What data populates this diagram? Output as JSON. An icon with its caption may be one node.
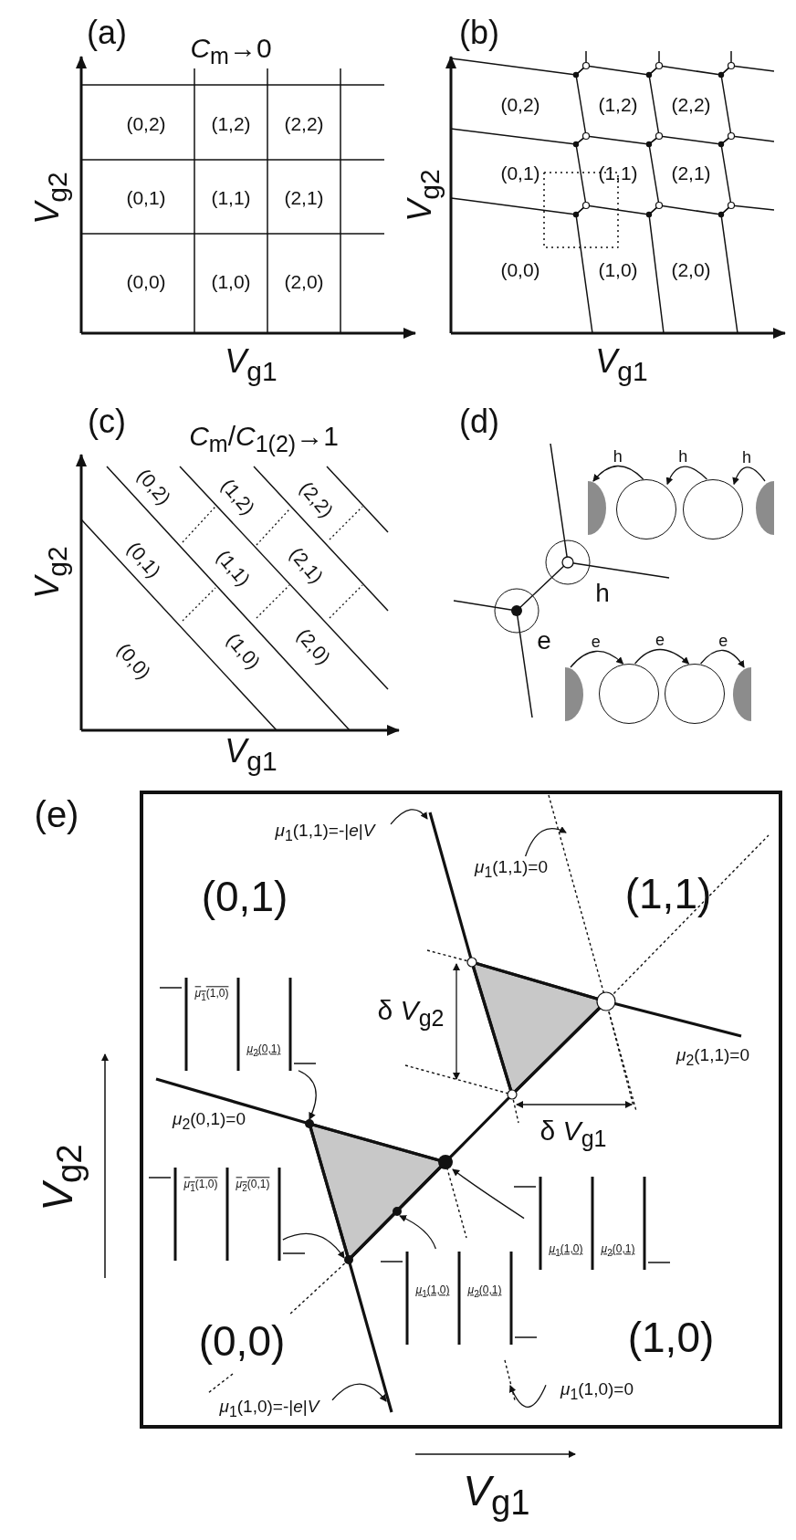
{
  "diagram": {
    "nodes": [
      {
        "text": [],
        "shape": "semicircle"
      },
      {
        "text": [],
        "shape": "circle"
      },
      {
        "text": [],
        "shape": "circle"
      },
      {
        "text": [],
        "shape": "semicircle"
      },
      {
        "text": [],
        "shape": "semicircle"
      },
      {
        "text": [],
        "shape": "circle"
      },
      {
        "text": [],
        "shape": "circle"
      },
      {
        "text": [],
        "shape": "semicircle"
      },
      {
        "text": [
          "*μ*$_{1}$(1,1)=-|*e*|*V*"
        ]
      },
      {
        "text": [
          "*μ*$_{1}$(1,1)=0"
        ]
      },
      {
        "text": [
          "*μ*$_{1}$(1,0)",
          "*μ*$_{2}$(0,1)"
        ]
      },
      {
        "text": [
          "*μ*$_{1}$(1,0)",
          "*μ*$_{2}$(0,1)"
        ]
      },
      {
        "text": [],
        "shape": "dot"
      },
      {
        "text": [],
        "shape": "dot"
      },
      {
        "text": [],
        "shape": "dot"
      },
      {
        "text": [],
        "shape": "dot"
      },
      {
        "text": [
          "*μ*$_{1}$(1,0)",
          "*μ*$_{2}$(0,1)"
        ]
      },
      {
        "text": [
          "*μ*$_{1}$(1,0)",
          "*μ*$_{2}$(0,1)"
        ]
      },
      {
        "text": [
          "*μ*$_{1}$(1,0)=-|*e*|*V*"
        ]
      },
      {
        "text": [
          "*μ*$_{1}$(1,0)=0"
        ]
      }
    ],
    "edges": [
      {
        "from": 1,
        "to": 0,
        "arrow": "to",
        "label": "h"
      },
      {
        "from": 2,
        "to": 1,
        "arrow": "to",
        "label": "h"
      },
      {
        "from": 3,
        "to": 2,
        "arrow": "to",
        "label": "h"
      },
      {
        "from": 4,
        "to": 5,
        "arrow": "to",
        "label": "e"
      },
      {
        "from": 5,
        "to": 6,
        "arrow": "to",
        "label": "e"
      },
      {
        "from": 6,
        "to": 7,
        "arrow": "to",
        "label": "e"
      },
      {
        "from": 8,
        "to": null,
        "arrow": "to"
      },
      {
        "from": 9,
        "to": null,
        "arrow": "to"
      },
      {
        "from": 10,
        "to": 12,
        "arrow": "to"
      },
      {
        "from": 11,
        "to": 15,
        "arrow": "to"
      },
      {
        "from": 16,
        "to": 14,
        "arrow": "to"
      },
      {
        "from": 17,
        "to": 13,
        "arrow": "to"
      },
      {
        "from": 18,
        "to": null,
        "arrow": "to"
      },
      {
        "from": 19,
        "to": null,
        "arrow": "to"
      }
    ],
    "labels": [
      "(a)",
      "*C*$_{m}$→0",
      "(0,2)",
      "(1,2)",
      "(2,2)",
      "(0,1)",
      "(1,1)",
      "(2,1)",
      "(0,0)",
      "(1,0)",
      "(2,0)",
      "*V*$_{g2}$",
      "*V*$_{g1}$",
      "(b)",
      "(0,2)",
      "(1,2)",
      "(2,2)",
      "(0,1)",
      "(1,1)",
      "(2,1)",
      "(0,0)",
      "(1,0)",
      "(2,0)",
      "*V*$_{g2}$",
      "*V*$_{g1}$",
      "(c)",
      "*C*$_{m}$/*C*$_{1(2)}$→1",
      "(0,2)",
      "(1,2)",
      "(2,2)",
      "(0,1)",
      "(1,1)",
      "(2,1)",
      "(0,0)",
      "(1,0)",
      "(2,0)",
      "*V*$_{g2}$",
      "*V*$_{g1}$",
      "(d)",
      "h",
      "e",
      "(e)",
      "(0,1)",
      "(1,1)",
      "δ *V*$_{g2}$",
      "*μ*$_{2}$(1,1)=0",
      "*μ*$_{2}$(0,1)=0",
      "δ *V*$_{g1}$",
      "(0,0)",
      "(1,0)",
      "*V*$_{g2}$",
      "*V*$_{g1}$"
    ]
  }
}
